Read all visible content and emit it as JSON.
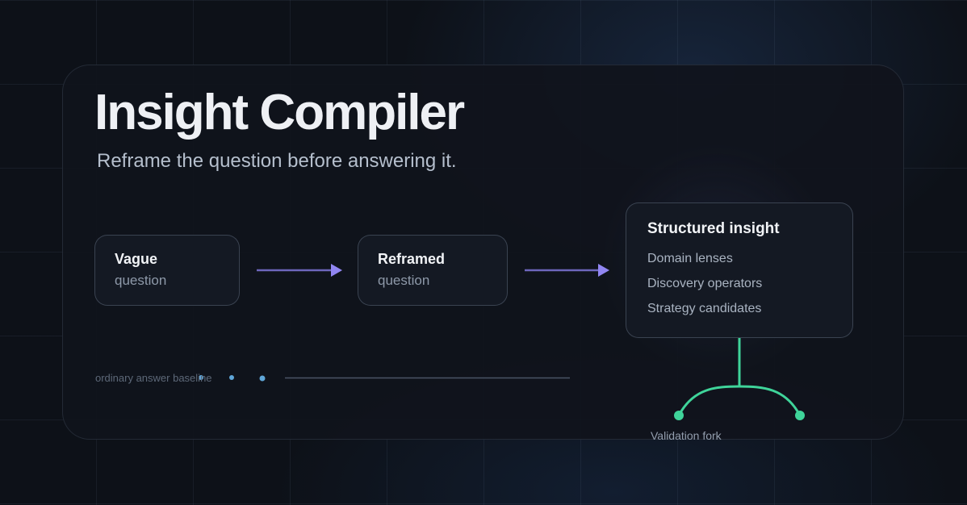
{
  "header": {
    "title": "Insight Compiler",
    "subtitle": "Reframe the question before answering it."
  },
  "flow": {
    "vague": {
      "title": "Vague",
      "subtitle": "question"
    },
    "reframed": {
      "title": "Reframed",
      "subtitle": "question"
    },
    "structured": {
      "title": "Structured insight",
      "items": [
        "Domain lenses",
        "Discovery operators",
        "Strategy candidates"
      ]
    }
  },
  "baseline": {
    "label": "ordinary answer baseline"
  },
  "fork": {
    "label": "Validation fork"
  },
  "colors": {
    "arrow": "#8b7df0",
    "fork": "#3fd49a",
    "baseline_dot": "#5fa6d8"
  }
}
